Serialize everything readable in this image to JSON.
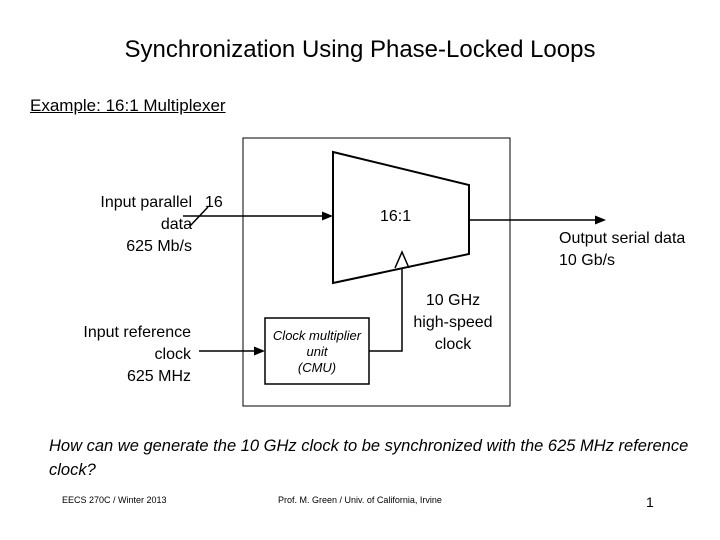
{
  "slide": {
    "title": "Synchronization Using Phase-Locked Loops",
    "subtitle": "Example:  16:1 Multiplexer"
  },
  "diagram": {
    "input_parallel_lines": [
      "Input parallel",
      "data",
      "625 Mb/s"
    ],
    "bus_width": "16",
    "mux_label": "16:1",
    "output_lines": [
      "Output serial data",
      "10 Gb/s"
    ],
    "ref_input_lines": [
      "Input reference",
      "clock",
      "625 MHz"
    ],
    "cmu_lines": [
      "Clock multiplier",
      "unit",
      "(CMU)"
    ],
    "clock_lines": [
      "10 GHz",
      "high-speed",
      "clock"
    ]
  },
  "question": "How can we generate the 10 GHz clock to be synchronized with the 625 MHz reference clock?",
  "footer": {
    "course": "EECS 270C / Winter 2013",
    "author": "Prof. M. Green / Univ. of California, Irvine",
    "page": "1"
  }
}
